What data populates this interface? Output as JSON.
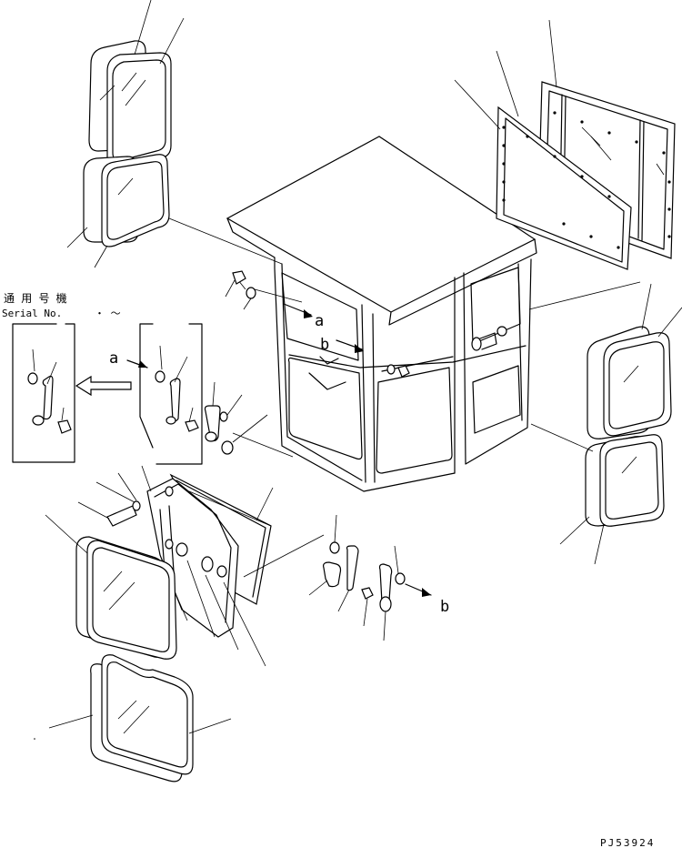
{
  "serial_box": {
    "line1": "通 用 号 機",
    "line2": "Serial No.",
    "line3": "・ 〜"
  },
  "view_labels": {
    "a_left": "a",
    "a_cab": "a",
    "b_cab": "b",
    "b_bracket": "b"
  },
  "drawing_number": "PJ53924"
}
